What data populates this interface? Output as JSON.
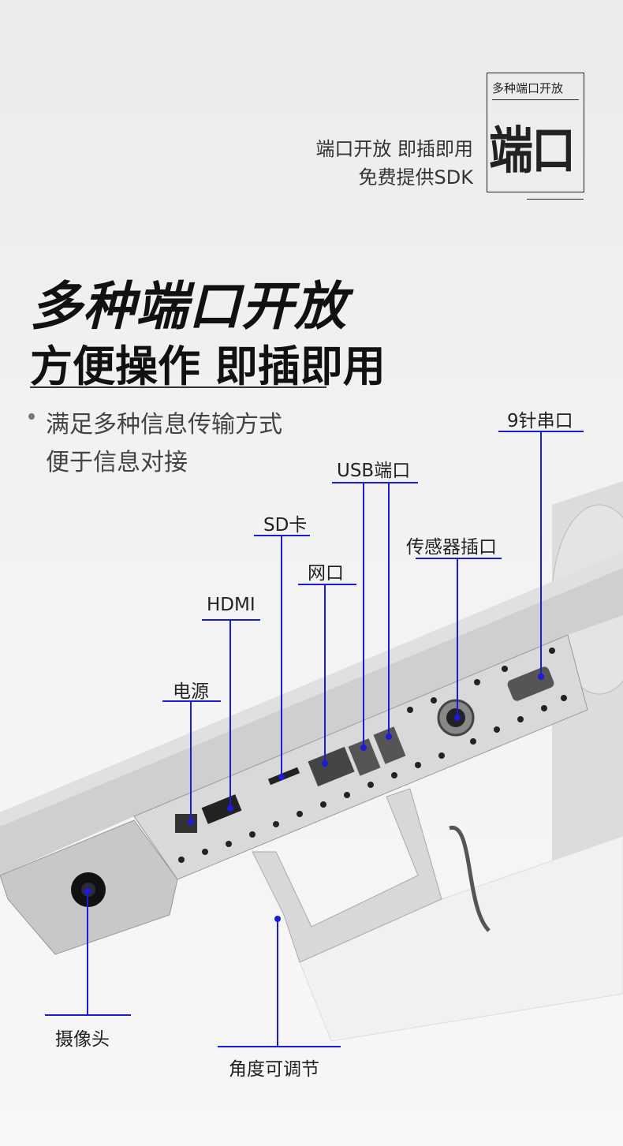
{
  "badge": {
    "subtitle": "多种端口开放",
    "big": "端口"
  },
  "tagline": {
    "line1": "端口开放 即插即用",
    "line2": "免费提供SDK"
  },
  "headline": {
    "title": "多种端口开放",
    "subtitle": "方便操作 即插即用"
  },
  "bullet": {
    "line1": "满足多种信息传输方式",
    "line2": "便于信息对接"
  },
  "callouts": {
    "serial": "9针串口",
    "usb": "USB端口",
    "sensor": "传感器插口",
    "sd": "SD卡",
    "network": "网口",
    "hdmi": "HDMI",
    "power": "电源",
    "camera": "摄像头",
    "angle": "角度可调节"
  },
  "colors": {
    "callout_line": "#1b1bd9"
  }
}
